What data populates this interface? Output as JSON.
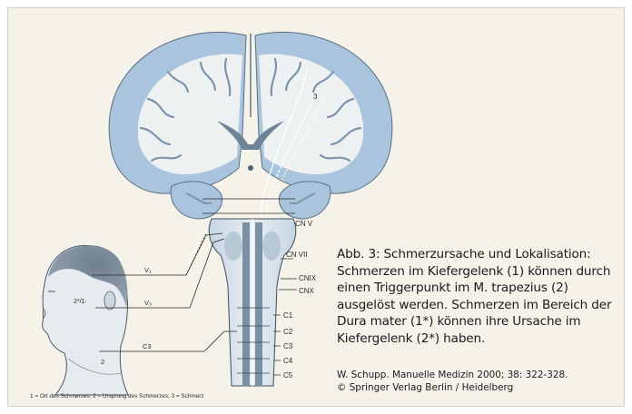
{
  "caption": {
    "title": "Abb. 3: Schmerzursache und Lokalisation:",
    "body": "Schmerzen im Kiefergelenk (1) können durch einen Triggerpunkt im M. trapezius (2) ausgelöst werden. Schmerzen im Bereich der Dura mater (1*) können ihre Ursache im Kiefergelenk (2*) haben."
  },
  "citation": {
    "line1": "W. Schupp. Manuelle Medizin 2000; 38: 322-328.",
    "line2": "© Springer Verlag Berlin / Heidelberg"
  },
  "legend": "1 = Ort des Schmerzes; 2 = Ursprung des Schmerzes; 3 = Schmerz",
  "labels": {
    "cnv": "CN V",
    "cnvii": "CN VII",
    "cnix": "CNIX",
    "cnx": "CNX",
    "c1": "C1",
    "c2": "C2",
    "c3": "C3",
    "c4": "C4",
    "c5": "C5",
    "v1": "V₁",
    "v3": "V₃",
    "c3_head": "C3",
    "marker_2star_1": "2*/1·",
    "marker_2": "2",
    "marker_3": "3"
  },
  "colors": {
    "background": "#f5f2ea",
    "brain_fill": "#a9c4dc",
    "white_matter": "#eef1f2",
    "nerve_pathway": "#ffffff",
    "head_shading": "#8a98a8"
  }
}
